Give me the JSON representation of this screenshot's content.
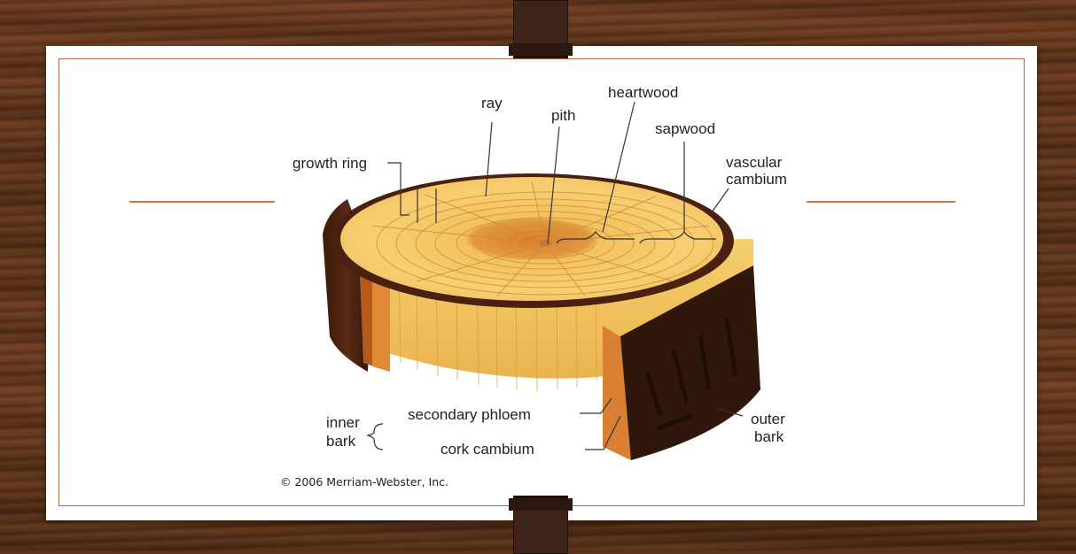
{
  "diagram": {
    "labels": {
      "ray": "ray",
      "pith": "pith",
      "heartwood": "heartwood",
      "sapwood": "sapwood",
      "growth_ring": "growth ring",
      "vascular": "vascular",
      "cambium": "cambium",
      "inner": "inner",
      "bark_inner": "bark",
      "secondary_phloem": "secondary phloem",
      "cork_cambium": "cork cambium",
      "outer": "outer",
      "bark_outer": "bark"
    },
    "copyright": "© 2006 Merriam-Webster, Inc."
  },
  "colors": {
    "background_wood": "#5a321c",
    "card": "#ffffff",
    "accent_line": "#c8773f",
    "clip": "#3e2418"
  }
}
